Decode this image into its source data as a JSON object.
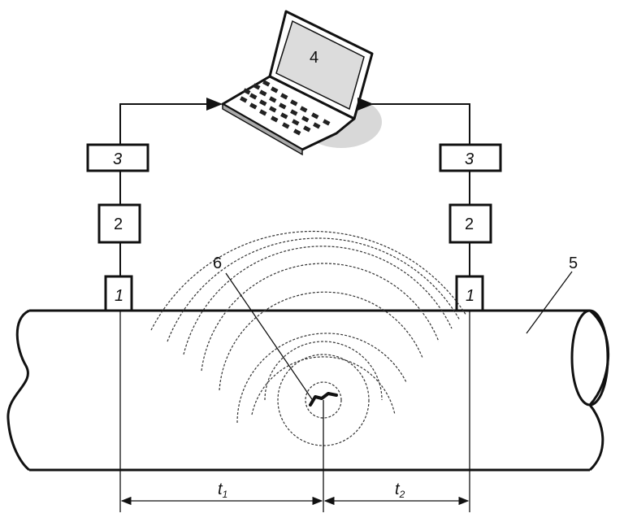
{
  "components": {
    "sensor_left": "1",
    "sensor_right": "1",
    "amplifier_left": "2",
    "amplifier_right": "2",
    "converter_left": "3",
    "converter_right": "3",
    "computer": "4",
    "pipe": "5",
    "leak": "6"
  },
  "times": {
    "t1": "t",
    "t1_sub": "1",
    "t2": "t",
    "t2_sub": "2"
  },
  "colors": {
    "line": "#111111",
    "laptop_screen": "#dcdcdc",
    "laptop_shadow": "#d8d8d8"
  }
}
